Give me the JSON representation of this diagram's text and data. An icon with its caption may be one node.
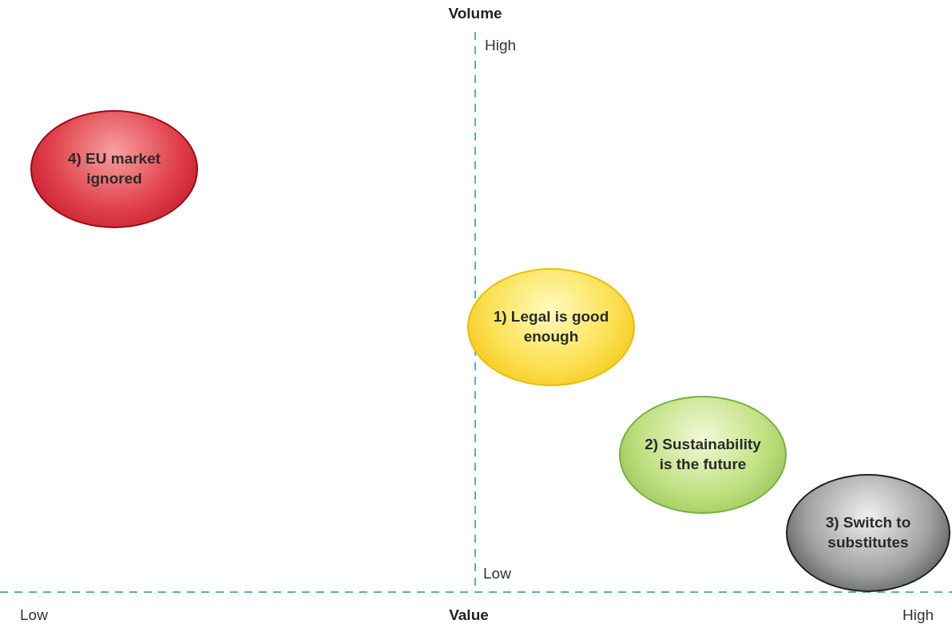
{
  "diagram": {
    "nodes": [
      {
        "text": [
          "4) EU market ignored"
        ]
      },
      {
        "text": [
          "1) Legal is good enough"
        ]
      },
      {
        "text": [
          "2) Sustainability is the future"
        ]
      },
      {
        "text": [
          "3) Switch to substitutes"
        ]
      }
    ],
    "labels": [
      "Volume",
      "High",
      "Low",
      "Low",
      "Value",
      "High"
    ]
  }
}
